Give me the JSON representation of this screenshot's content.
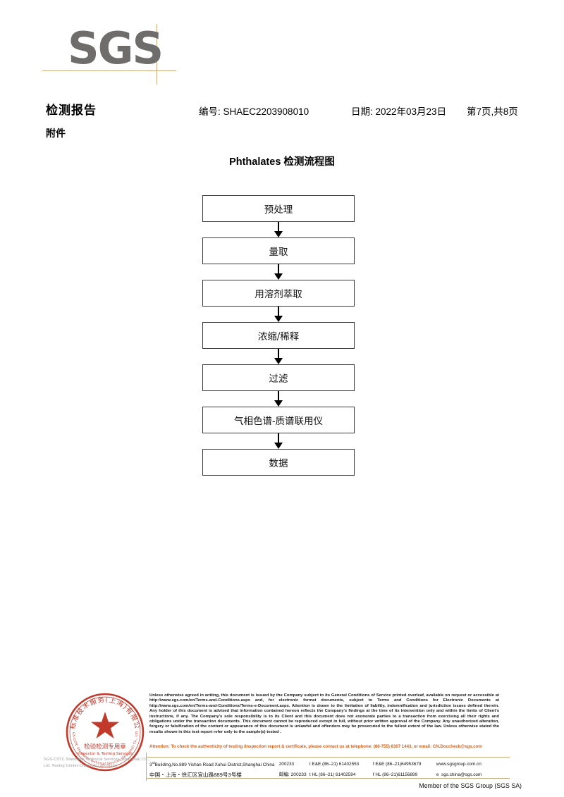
{
  "logo": {
    "text": "SGS"
  },
  "header": {
    "title": "检测报告",
    "subtitle": "附件",
    "report_no": "编号: SHAEC2203908010",
    "date": "日期: 2022年03月23日",
    "page": "第7页,共8页"
  },
  "flowchart": {
    "title": "Phthalates 检测流程图",
    "steps": [
      {
        "label": "预处理"
      },
      {
        "label": "量取"
      },
      {
        "label": "用溶剂萃取"
      },
      {
        "label": "浓缩/稀释"
      },
      {
        "label": "过滤"
      },
      {
        "label": "气相色谱-质谱联用仪"
      },
      {
        "label": "数据"
      }
    ]
  },
  "seal": {
    "outer_text": "国标准技术服务(上海)有限公司",
    "arc_bottom": "SGS-CSTC Standards Technical Services (Shanghai) Co., Ltd.",
    "center_cn": "检验检测专用章",
    "center_en": "Inspector & Testing Services",
    "color": "#c0392b"
  },
  "lab_caption": "SGS-CSTC Standards Technical Services (Shanghai) Co., Ltd. Testing Center-Chemical Laboratory",
  "footer": {
    "legal": "Unless otherwise agreed in writing, this document is issued by the Company subject to its General Conditions of Service printed overleaf, available on request or accessible at http://www.sgs.com/en/Terms-and-Conditions.aspx and, for electronic format documents, subject to Terms and Conditions for Electronic Documents at http://www.sgs.com/en/Terms-and-Conditions/Terms-e-Document.aspx. Attention is drawn to the limitation of liability, indemnification and jurisdiction issues defined therein. Any holder of this document is advised that information contained hereon reflects the Company's findings at the time of its intervention only and within the limits of Client's instructions, if any. The Company's sole responsibility is to its Client and this document does not exonerate parties to a transaction from exercising all their rights and obligations under the transaction documents. This document cannot be reproduced except in full, without prior written approval of the Company. Any unauthorized alteration, forgery or falsification of the content or appearance of this document is unlawful and offenders may be prosecuted to the fullest extent of the law. Unless otherwise stated the results shown in this test report refer only to the sample(s) tested .",
    "attention": "Attention: To check the authenticity of testing /inspection report & certificate, please contact us at telephone: (86-755) 8307 1443, or email: CN.Doccheck@sgs.com",
    "attention_color": "#d4601f",
    "address_en": "Building,No.889 Yishan Road Xuhui District,Shanghai China",
    "address_en_prefix": "3",
    "address_en_sup": "rd",
    "zip_en": "200233",
    "address_cn": "中国・上海・徐汇区宜山路889号3号楼",
    "zip_cn_label": "邮编:",
    "zip_cn": "200233",
    "tel_ee": "t E&E (86–21) 61402553",
    "fax_ee": "f E&E (86–21)64953679",
    "tel_hl": "t HL (86–21) 61402594",
    "fax_hl": "f HL (86–21)61156899",
    "web": "www.sgsgroup.com.cn",
    "email_prefix": "e",
    "email": "sgs.china@sgs.com",
    "member": "Member of the SGS Group (SGS SA)"
  }
}
